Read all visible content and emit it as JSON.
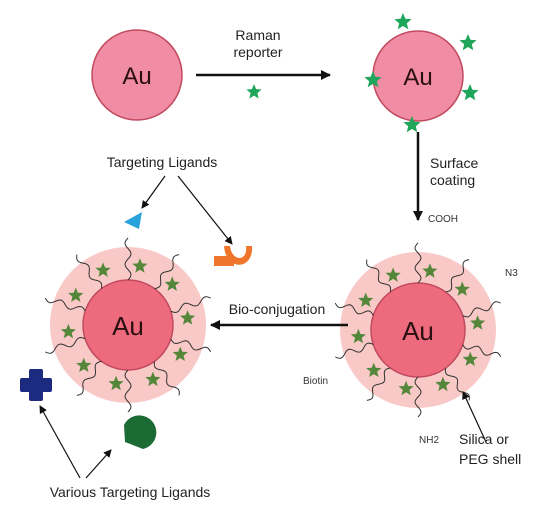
{
  "core_label": "Au",
  "labels": {
    "raman_line1": "Raman",
    "raman_line2": "reporter",
    "surface_line1": "Surface",
    "surface_line2": "coating",
    "bioconjugation": "Bio-conjugation",
    "targeting_ligands": "Targeting Ligands",
    "various_targeting_ligands": "Various Targeting Ligands",
    "shell_line1": "Silica or",
    "shell_line2": "PEG shell",
    "cooh": "COOH",
    "n3": "N3",
    "biotin": "Biotin",
    "nh2": "NH2"
  },
  "colors": {
    "core_fill": "#f08ca3",
    "core_fill_dark": "#ee6b7e",
    "core_stroke": "#c24a5f",
    "shell_fill": "#f9c9c7",
    "star": "#54873a",
    "star_bright": "#1fa65a",
    "triangle_ligand": "#2aa3dc",
    "antibody_ligand": "#f0752c",
    "cross_ligand": "#1c2a80",
    "pacman_ligand": "#1d6b34"
  }
}
